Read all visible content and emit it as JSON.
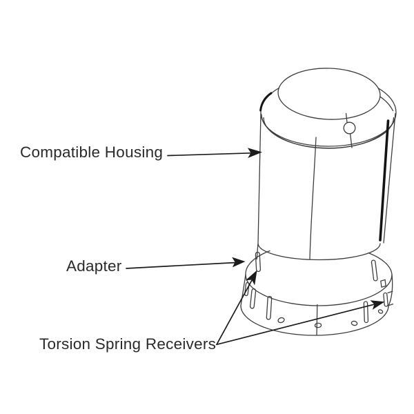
{
  "diagram": {
    "background_color": "#ffffff",
    "line_color": "#3d3d3d",
    "accent_color": "#1c1c1c",
    "labels": {
      "housing": "Compatible Housing",
      "adapter": "Adapter",
      "receivers": "Torsion Spring Receivers"
    }
  }
}
